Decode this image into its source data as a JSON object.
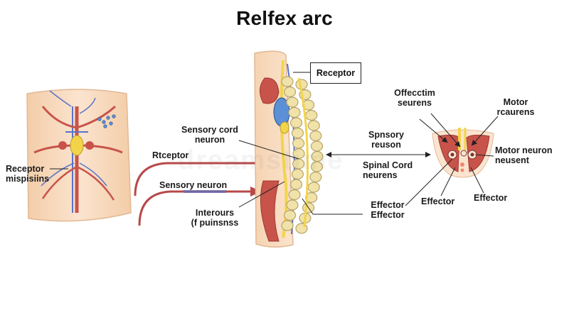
{
  "title": "Relfex arc",
  "labels": {
    "receptor_left_1": "Receptor",
    "receptor_left_2": "mispisiins",
    "sensory_cord_1": "Sensory cord",
    "sensory_cord_2": "neuron",
    "rtceptor": "Rtceptor",
    "sensory_neuron": "Sensory neuron",
    "interours_1": "Interours",
    "interours_2": "(f puinsnss",
    "receptor_box": "Receptor",
    "spnsory_1": "Spnsory",
    "spnsory_2": "reuson",
    "spinal_cord_1": "Spinal Cord",
    "spinal_cord_2": "neurens",
    "effector_effector_1": "Effector",
    "effector_effector_2": "Effector",
    "offecctim_1": "Offecctim",
    "offecctim_2": "seurens",
    "motor_rcaurens_1": "Motor",
    "motor_rcaurens_2": "rcaurens",
    "motor_neuron_1": "Motor neuron",
    "motor_neuron_2": "neusent",
    "effector_mid": "Effector",
    "effector_right": "Effector"
  },
  "colors": {
    "skin": "#f6d9bf",
    "skin_edge": "#e2b893",
    "muscle": "#c8534a",
    "muscle_dark": "#9e3832",
    "nerve_yellow": "#f2d44a",
    "nerve_blue": "#5a72c8",
    "vertebra": "#f0e2a8",
    "vertebra_edge": "#b8a46a",
    "arrow_red": "#b84848",
    "blue_cell": "#5b8fd6"
  }
}
